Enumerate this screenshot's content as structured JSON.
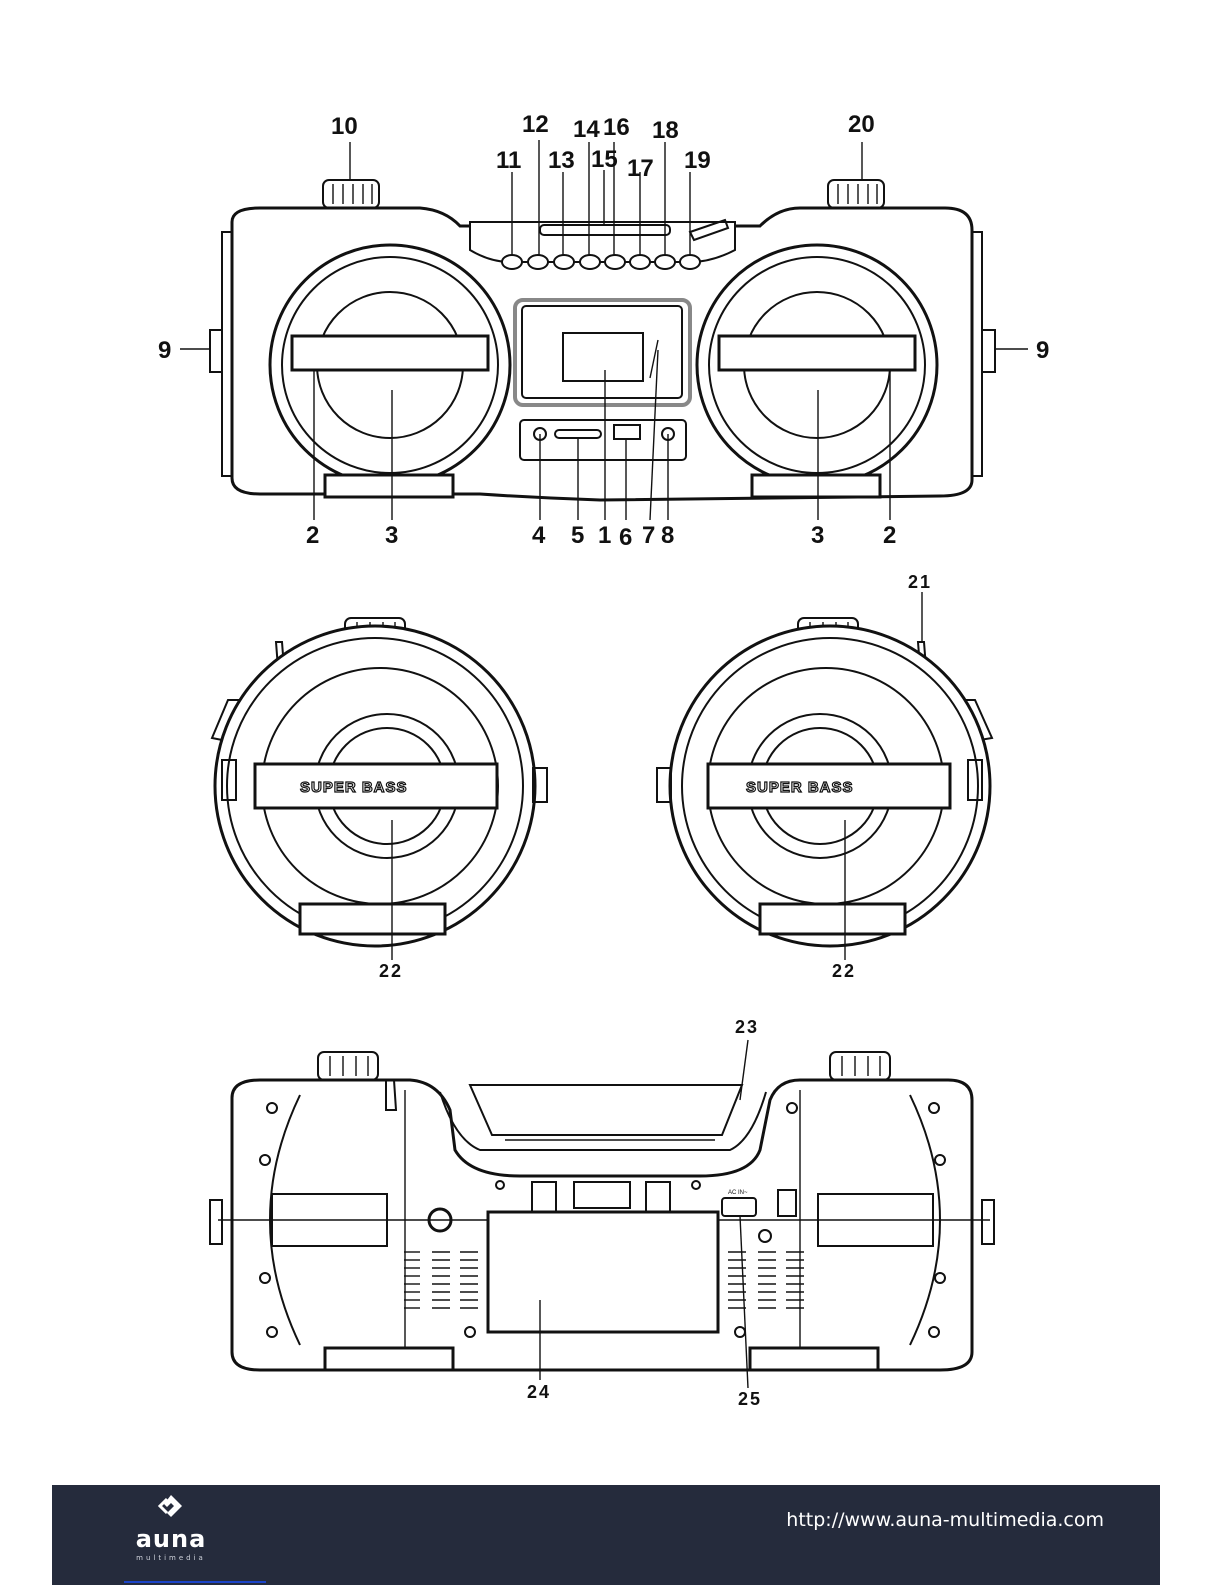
{
  "front_view": {
    "labels": {
      "knob_left": "10",
      "knob_right": "20",
      "btn_11": "11",
      "btn_12": "12",
      "btn_13": "13",
      "btn_14": "14",
      "btn_15": "15",
      "btn_16": "16",
      "btn_17": "17",
      "btn_18": "18",
      "btn_19": "19",
      "side_left": "9",
      "side_right": "9",
      "ring_left": "2",
      "cone_left": "3",
      "aux_in": "4",
      "card_slot": "5",
      "display": "1",
      "usb": "6",
      "ir": "7",
      "headphone": "8",
      "cone_right": "3",
      "ring_right": "2"
    }
  },
  "side_views": {
    "antenna_label": "21",
    "left_label": "22",
    "right_label": "22",
    "badge_left": "SUPER BASS",
    "badge_right": "SUPER BASS"
  },
  "rear_view": {
    "labels": {
      "cd_lid": "23",
      "battery_cover": "24",
      "ac_socket": "25"
    },
    "ac_marking": "AC IN~"
  },
  "footer": {
    "brand": "auna",
    "brand_sub": "multimedia",
    "url": "http://www.auna-multimedia.com"
  }
}
